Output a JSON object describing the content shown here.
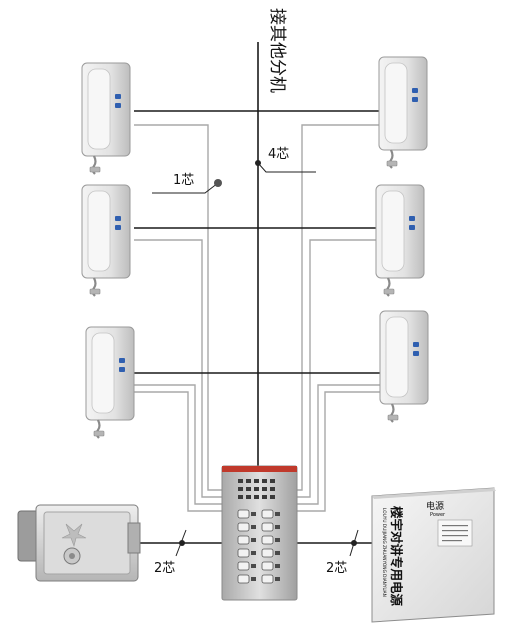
{
  "labels": {
    "top_riser": "接其他分机",
    "core_1": "1芯",
    "core_4": "4芯",
    "core_2_left": "2芯",
    "core_2_right": "2芯"
  },
  "power_supply": {
    "title_cn": "电源",
    "title_en": "Power",
    "vertical_text": "楼宇对讲专用电源",
    "pinyin": "LOUYU DUIJIANG ZHUANYONG DIANYUAN"
  },
  "colors": {
    "bus_line": "#1a1a1a",
    "wire_grey": "#a9a9a9",
    "handset_body": "#e6e6e6",
    "handset_button": "#2f5fb0",
    "panel_body": "#cfcfcf",
    "panel_strip": "#c0392b",
    "lock_body": "#d4d4d4",
    "power_box": "#ececec"
  },
  "devices": {
    "handsets": [
      "indoor-handset",
      "indoor-handset",
      "indoor-handset",
      "indoor-handset",
      "indoor-handset",
      "indoor-handset"
    ],
    "door_panel": "outdoor-call-panel",
    "lock": "electric-lock",
    "psu": "power-supply-box"
  }
}
